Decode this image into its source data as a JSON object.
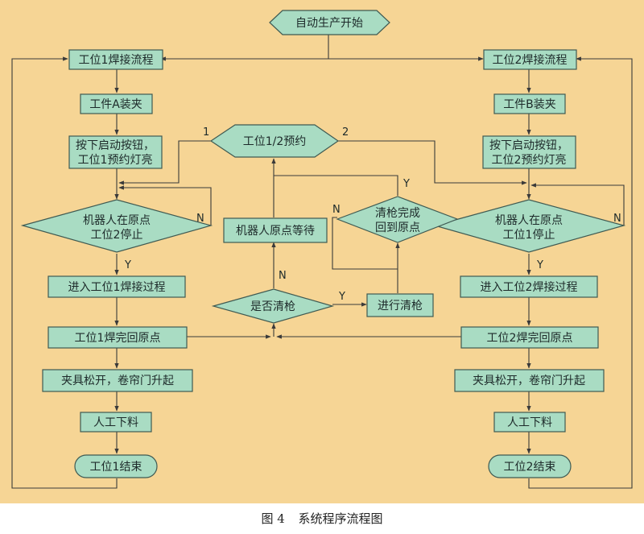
{
  "nodes": {
    "start": "自动生产开始",
    "reserve": "工位1/2预约",
    "l_flow": "工位1焊接流程",
    "l_clamp": "工件A装夹",
    "l_btn_1": "按下启动按钮，",
    "l_btn_2": "工位1预约灯亮",
    "l_dec_1": "机器人在原点",
    "l_dec_2": "工位2停止",
    "l_enter": "进入工位1焊接过程",
    "l_back": "工位1焊完回原点",
    "l_open": "夹具松开，卷帘门升起",
    "l_unload": "人工下料",
    "l_end": "工位1结束",
    "r_flow": "工位2焊接流程",
    "r_clamp": "工件B装夹",
    "r_btn_1": "按下启动按钮，",
    "r_btn_2": "工位2预约灯亮",
    "r_dec_1": "机器人在原点",
    "r_dec_2": "工位1停止",
    "r_enter": "进入工位2焊接过程",
    "r_back": "工位2焊完回原点",
    "r_open": "夹具松开，卷帘门升起",
    "r_unload": "人工下料",
    "r_end": "工位2结束",
    "wait": "机器人原点等待",
    "clean_q": "是否清枪",
    "cleaning": "进行清枪",
    "clean_done_1": "清枪完成",
    "clean_done_2": "回到原点"
  },
  "edges": {
    "one": "1",
    "two": "2",
    "n_left": "N",
    "y_left": "Y",
    "n_right": "N",
    "y_right": "Y",
    "n_clean": "N",
    "y_clean": "Y",
    "y_done": "Y",
    "n_done": "N"
  },
  "caption": {
    "figure": "图 4",
    "title": "系统程序流程图"
  },
  "colors": {
    "background": "#f6d595",
    "node_fill": "#a9dcc3",
    "node_stroke": "#3f5a52",
    "line": "#3a3a3a"
  }
}
